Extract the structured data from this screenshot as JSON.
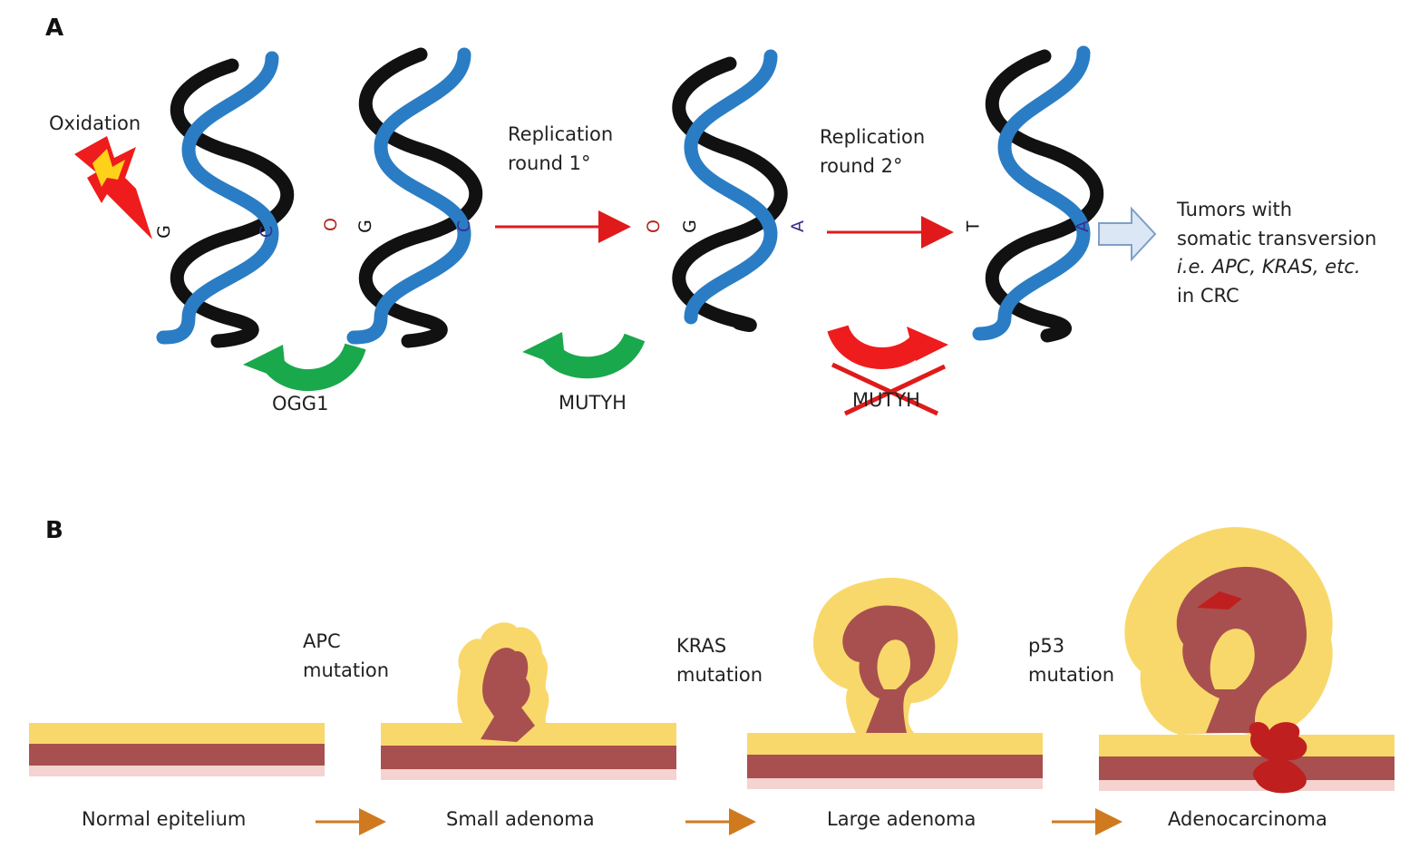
{
  "panel_a": {
    "label": "A",
    "oxidation": "Oxidation",
    "replication_1": [
      "Replication",
      "round 1°"
    ],
    "replication_2": [
      "Replication",
      "round 2°"
    ],
    "tumors": [
      "Tumors with",
      "somatic transversion",
      "i.e. APC, KRAS, etc.",
      "in CRC"
    ],
    "enzymes": {
      "ogg1": "OGG1",
      "mutyh": "MUTYH",
      "mutyh_crossed": "MUTYH"
    },
    "bases": {
      "helix1_left": "G",
      "helix1_right": "C",
      "helix2_left_o": "O",
      "helix2_left_g": "G",
      "helix2_right": "C",
      "helix3_left_o": "O",
      "helix3_left_g": "G",
      "helix3_right": "A",
      "helix4_left": "T",
      "helix4_right": "A"
    }
  },
  "panel_b": {
    "label": "B",
    "mutations": {
      "apc": [
        "APC",
        "mutation"
      ],
      "kras": [
        "KRAS",
        "mutation"
      ],
      "p53": [
        "p53",
        "mutation"
      ]
    },
    "stages": [
      "Normal epitelium",
      "Small adenoma",
      "Large adenoma",
      "Adenocarcinoma"
    ]
  },
  "colors": {
    "strand_black": "#111111",
    "strand_blue": "#2a7dc4",
    "arrow_red": "#e01a1a",
    "curve_green": "#19a84b",
    "curve_red": "#ee1c1c",
    "hollow_arrow": "#7f9fc8",
    "tissue_yellow": "#f9d86b",
    "tissue_brown": "#a8504f",
    "tissue_pink": "#f4d3d0",
    "tumor_red": "#c01f1f",
    "stage_arrow": "#d07a1f",
    "lightning_red": "#ee1c1c",
    "lightning_yellow": "#ffd21a"
  }
}
